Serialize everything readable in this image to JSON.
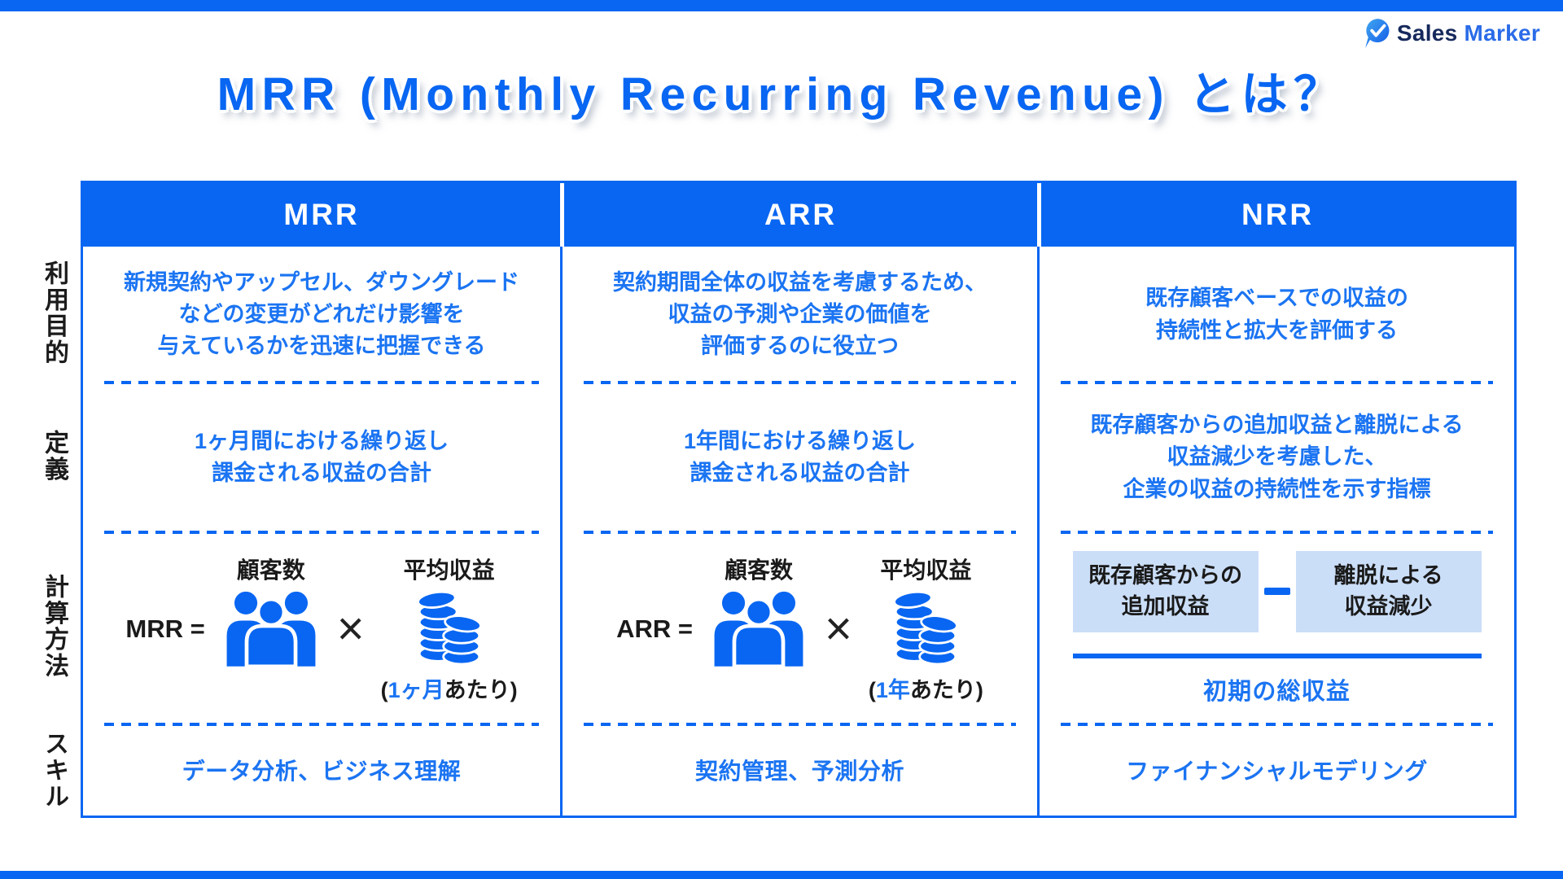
{
  "brand": {
    "logo_icon": "pin-check-icon",
    "name_primary": "Sales",
    "name_secondary": "Marker"
  },
  "title": "MRR (Monthly Recurring Revenue) とは？",
  "colors": {
    "primary_blue": "#0866F2",
    "text_blue": "#1B74F2",
    "light_blue_box": "#CBDEF8",
    "dark_text": "#1A1A1A",
    "logo_navy": "#16295C",
    "logo_blue": "#2A6BE8"
  },
  "row_labels": {
    "purpose": "利用目的",
    "definition": "定義",
    "calculation": "計算方法",
    "skill": "スキル"
  },
  "columns": [
    {
      "header": "MRR",
      "purpose_lines": [
        "新規契約やアップセル、ダウングレード",
        "などの変更がどれだけ影響を",
        "与えているかを迅速に把握できる"
      ],
      "definition_lines": [
        "1ヶ月間における繰り返し",
        "課金される収益の合計"
      ],
      "formula": {
        "label": "MRR =",
        "factor1_label": "顧客数",
        "factor1_icon": "people-group-icon",
        "operator": "×",
        "factor2_label": "平均収益",
        "factor2_icon": "coin-stacks-icon",
        "period_prefix": "(",
        "period_highlight": "1ヶ月",
        "period_suffix": "あたり)"
      },
      "skill": "データ分析、ビジネス理解"
    },
    {
      "header": "ARR",
      "purpose_lines": [
        "契約期間全体の収益を考慮するため、",
        "収益の予測や企業の価値を",
        "評価するのに役立つ"
      ],
      "definition_lines": [
        "1年間における繰り返し",
        "課金される収益の合計"
      ],
      "formula": {
        "label": "ARR =",
        "factor1_label": "顧客数",
        "factor1_icon": "people-group-icon",
        "operator": "×",
        "factor2_label": "平均収益",
        "factor2_icon": "coin-stacks-icon",
        "period_prefix": "(",
        "period_highlight": "1年",
        "period_suffix": "あたり)"
      },
      "skill": "契約管理、予測分析"
    },
    {
      "header": "NRR",
      "purpose_lines": [
        "既存顧客ベースでの収益の",
        "持続性と拡大を評価する"
      ],
      "definition_lines": [
        "既存顧客からの追加収益と離脱による",
        "収益減少を考慮した、",
        "企業の収益の持続性を示す指標"
      ],
      "formula_fraction": {
        "numerator_left_lines": [
          "既存顧客からの",
          "追加収益"
        ],
        "operator": "−",
        "numerator_right_lines": [
          "離脱による",
          "収益減少"
        ],
        "denominator": "初期の総収益"
      },
      "skill": "ファイナンシャルモデリング"
    }
  ]
}
